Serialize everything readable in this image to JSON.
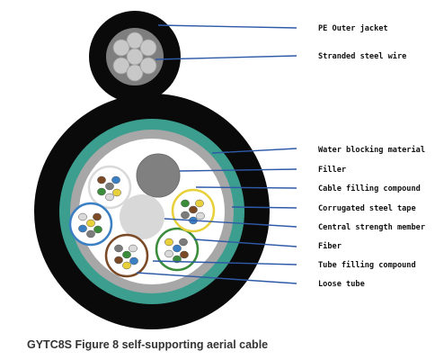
{
  "caption": "GYTC8S Figure 8 self-supporting aerial cable",
  "labels": {
    "pe_outer_jacket": "PE Outer jacket",
    "stranded_steel_wire": "Stranded steel wire",
    "water_blocking_material": "Water blocking material",
    "filler": "Filler",
    "cable_filling_compound": "Cable filling compound",
    "corrugated_steel_tape": "Corrugated steel tape",
    "central_strength_member": "Central strength member",
    "fiber": "Fiber",
    "tube_filling_compound": "Tube filling compound",
    "loose_tube": "Loose tube"
  },
  "colors": {
    "jacket": "#0a0a0a",
    "corrugated_steel_tape": "#3b9e8f",
    "water_blocking_material": "#a7a7a7",
    "cable_core": "#ffffff",
    "filler": "#808080",
    "central_strength_member": "#d8d8d8",
    "messenger_wire": "#c8c8c8",
    "leader_line": "#2f5aa8"
  },
  "loose_tubes": [
    {
      "ring": "#d9d9d9",
      "fibers": [
        "#7a4a26",
        "#3a7fc4",
        "#3a8c3a",
        "#e8d03a",
        "#7b7b7b",
        "#d9d9d9"
      ]
    },
    {
      "ring": "#3a7fc4",
      "fibers": [
        "#7a4a26",
        "#3a7fc4",
        "#3a8c3a",
        "#e8d03a",
        "#7b7b7b",
        "#d9d9d9"
      ]
    },
    {
      "ring": "#7a4a26",
      "fibers": [
        "#7a4a26",
        "#3a7fc4",
        "#3a8c3a",
        "#e8d03a",
        "#7b7b7b",
        "#d9d9d9"
      ]
    },
    {
      "ring": "#3a8c3a",
      "fibers": [
        "#7a4a26",
        "#3a7fc4",
        "#3a8c3a",
        "#e8d03a",
        "#7b7b7b",
        "#d9d9d9"
      ]
    },
    {
      "ring": "#e8d03a",
      "fibers": [
        "#7a4a26",
        "#3a7fc4",
        "#3a8c3a",
        "#e8d03a",
        "#7b7b7b",
        "#d9d9d9"
      ]
    }
  ]
}
